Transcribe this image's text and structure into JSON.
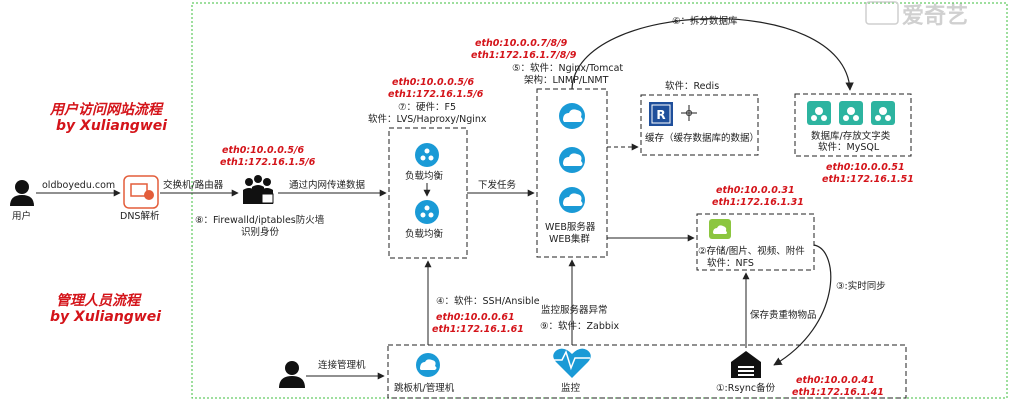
{
  "colors": {
    "ip_red": "#d4141a",
    "cloud_blue": "#1a9ad6",
    "cloud_green": "#2db4a0",
    "gray_bg": "#f2f2f2",
    "outer_border": "#3cbf3c"
  },
  "titles": {
    "user_flow": "用户访问网站流程",
    "user_flow_author": "by Xuliangwei",
    "admin_flow": "管理人员流程",
    "admin_flow_author": "by Xuliangwei"
  },
  "watermark": "爱奇艺",
  "user": {
    "label": "用户",
    "url": "oldboyedu.com",
    "dns_label": "DNS解析",
    "switch_label": "交换机/路由器",
    "firewall_label_1": "⑧：Firewalld/iptables防火墙",
    "firewall_label_2": "识别身份",
    "fw_ip_1": "eth0:10.0.0.5/6",
    "fw_ip_2": "eth1:172.16.1.5/6"
  },
  "lb": {
    "ip_1": "eth0:10.0.0.5/6",
    "ip_2": "eth1:172.16.1.5/6",
    "hw": "⑦：硬件：F5",
    "sw": "软件：LVS/Haproxy/Nginx",
    "node_1": "负载均衡",
    "node_2": "负载均衡",
    "link_in": "通过内网传递数据",
    "link_out": "下发任务"
  },
  "web": {
    "ip_1": "eth0:10.0.0.7/8/9",
    "ip_2": "eth1:172.16.1.7/8/9",
    "sw": "⑤：软件：Nginx/Tomcat",
    "arch": "架构：LNMP/LNMT",
    "label_1": "WEB服务器",
    "label_2": "WEB集群"
  },
  "cache": {
    "sw": "软件：Redis",
    "label": "缓存（缓存数据库的数据）"
  },
  "db": {
    "top_label": "⑥：拆分数据库",
    "label_1": "数据库/存放文字类",
    "label_2": "软件：MySQL",
    "ip_1": "eth0:10.0.0.51",
    "ip_2": "eth1:172.16.1.51"
  },
  "nfs": {
    "ip_1": "eth0:10.0.0.31",
    "ip_2": "eth1:172.16.1.31",
    "label_1": "②存储/图片、视频、附件",
    "label_2": "软件：NFS",
    "sync": "③:实时同步"
  },
  "admin": {
    "connect": "连接管理机",
    "jump_label": "跳板机/管理机",
    "ssh": "④：软件：SSH/Ansible",
    "jump_ip_1": "eth0:10.0.0.61",
    "jump_ip_2": "eth1:172.16.1.61",
    "monitor_alert": "监控服务器异常",
    "zabbix": "⑨：软件：Zabbix",
    "monitor_label": "监控",
    "save": "保存贵重物物品",
    "backup_label": "①:Rsync备份",
    "backup_ip_1": "eth0:10.0.0.41",
    "backup_ip_2": "eth1:172.16.1.41"
  }
}
